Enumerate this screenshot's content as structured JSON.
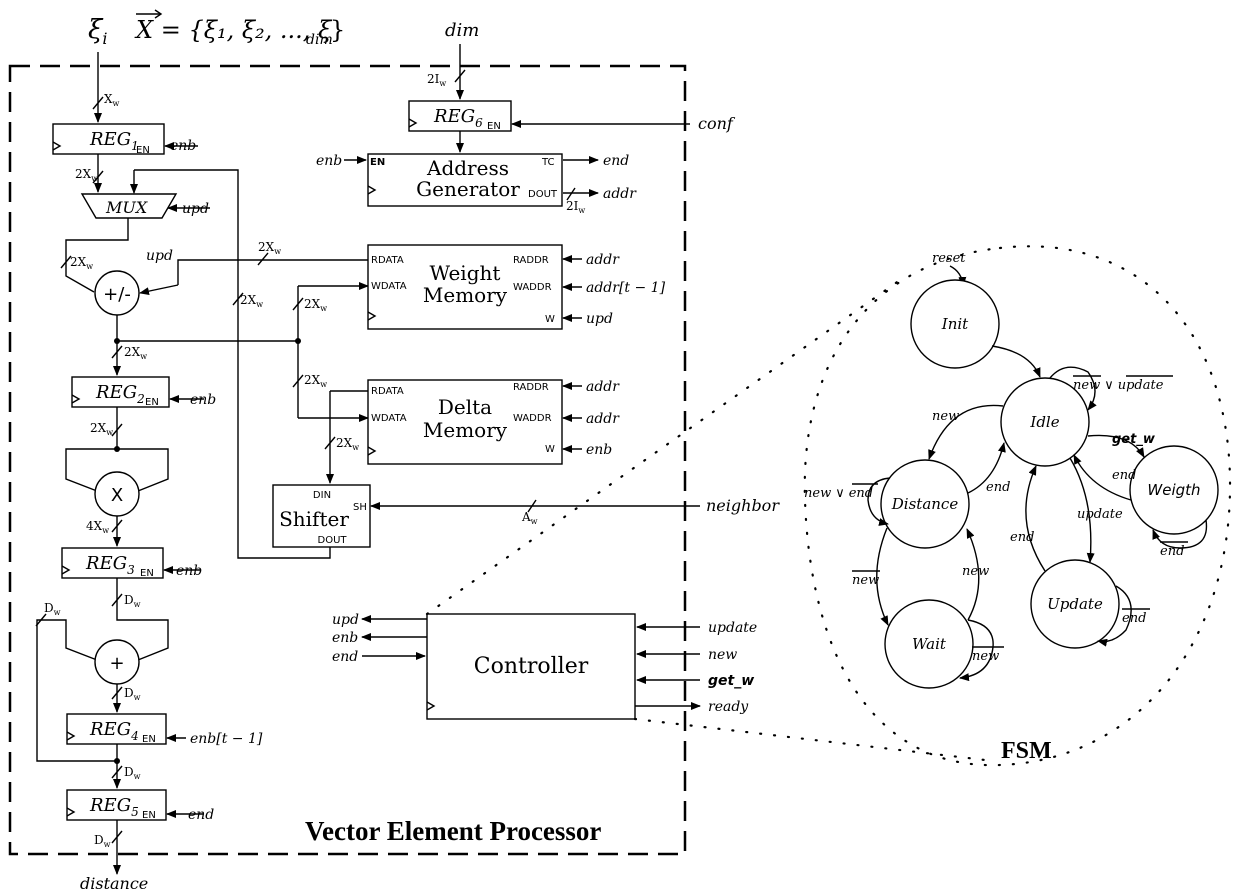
{
  "header": {
    "xi": "ξ",
    "xi_sub": "i",
    "vector_def": "X = {ξ₁, ξ₂, ..., ξ",
    "vector_dim": "dim",
    "vector_end": "}",
    "dim": "dim"
  },
  "vep": {
    "title": "Vector Element Processor",
    "reg": "REG",
    "en": "EN",
    "reg1_sub": "1",
    "reg2_sub": "2",
    "reg3_sub": "3",
    "reg4_sub": "4",
    "reg5_sub": "5",
    "reg6_sub": "6",
    "mux": "MUX",
    "addsub": "+/-",
    "mult": "X",
    "add": "+",
    "addr_gen_line1": "Address",
    "addr_gen_line2": "Generator",
    "weight_mem_line1": "Weight",
    "weight_mem_line2": "Memory",
    "delta_mem_line1": "Delta",
    "delta_mem_line2": "Memory",
    "shifter": "Shifter",
    "controller": "Controller"
  },
  "ports": {
    "en": "EN",
    "tc": "TC",
    "dout": "DOUT",
    "rdata": "RDATA",
    "wdata": "WDATA",
    "raddr": "RADDR",
    "waddr": "WADDR",
    "w": "W",
    "din": "DIN",
    "sh": "SH"
  },
  "signals": {
    "enb": "enb",
    "upd": "upd",
    "conf": "conf",
    "end": "end",
    "addr": "addr",
    "addr_t1": "addr[t − 1]",
    "enb_t1": "enb[t − 1]",
    "neighbor": "neighbor",
    "update": "update",
    "new": "new",
    "get_w": "get_w",
    "ready": "ready",
    "distance": "distance"
  },
  "widths": {
    "X": "X",
    "w": "w",
    "two": "2",
    "four": "4",
    "I": "I",
    "D": "D",
    "A": "A"
  },
  "fsm": {
    "title": "FSM",
    "reset": "reset",
    "states": [
      "Init",
      "Idle",
      "Distance",
      "Weigth",
      "Wait",
      "Update"
    ],
    "labels": {
      "idle_self_new": "new",
      "idle_self_or": "∨",
      "idle_self_update": "update",
      "new": "new",
      "get_w": "get_w",
      "end": "end",
      "update": "update",
      "dist_self_new": "new",
      "dist_self_or": "∨",
      "dist_self_end": "end",
      "not_new": "new",
      "not_end": "end"
    }
  }
}
